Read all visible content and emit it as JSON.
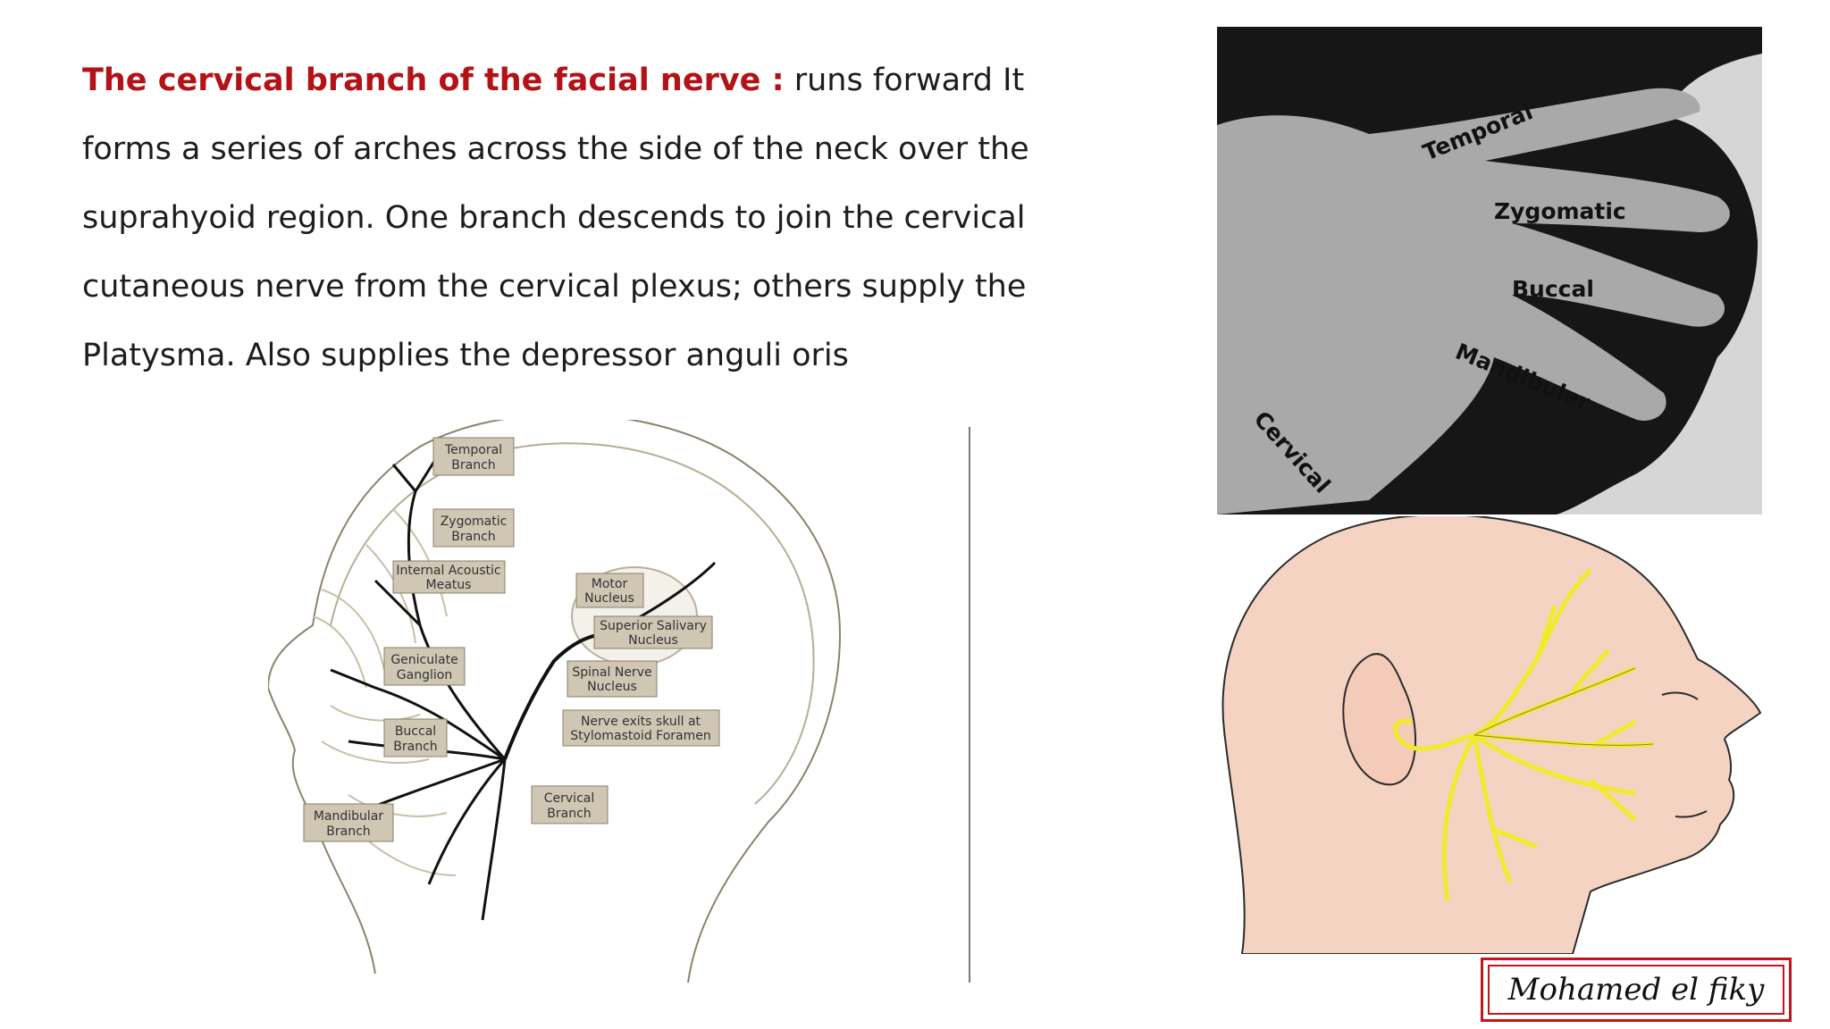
{
  "paragraph": {
    "title": "The cervical branch of the facial nerve :",
    "body": " runs forward  It forms a series of arches across the side of the neck over the suprahyoid region. One branch descends to join the cervical cutaneous nerve from the cervical plexus; others supply the Platysma. Also supplies the depressor anguli oris"
  },
  "diagram_labels": {
    "temporal": [
      "Temporal",
      "Branch"
    ],
    "zygomatic": [
      "Zygomatic",
      "Branch"
    ],
    "meatus": [
      "Internal Acoustic",
      "Meatus"
    ],
    "motor": [
      "Motor",
      "Nucleus"
    ],
    "salivary": [
      "Superior Salivary",
      "Nucleus"
    ],
    "geniculate": [
      "Geniculate",
      "Ganglion"
    ],
    "spinal": [
      "Spinal Nerve",
      "Nucleus"
    ],
    "exit": [
      "Nerve exits skull at",
      "Stylomastoid Foramen"
    ],
    "buccal": [
      "Buccal",
      "Branch"
    ],
    "cervical": [
      "Cervical",
      "Branch"
    ],
    "mandibular": [
      "Mandibular",
      "Branch"
    ]
  },
  "photo_labels": {
    "temporal": "Temporal",
    "zygomatic": "Zygomatic",
    "buccal": "Buccal",
    "mandibular": "Mandibular",
    "cervical": "Cervical"
  },
  "signature": "Mohamed el fiky",
  "colors": {
    "title_red": "#b31217",
    "nerve_yellow": "#f2ea2c",
    "skin": "#f5d3c2",
    "label_box": "#cfc6b4"
  }
}
